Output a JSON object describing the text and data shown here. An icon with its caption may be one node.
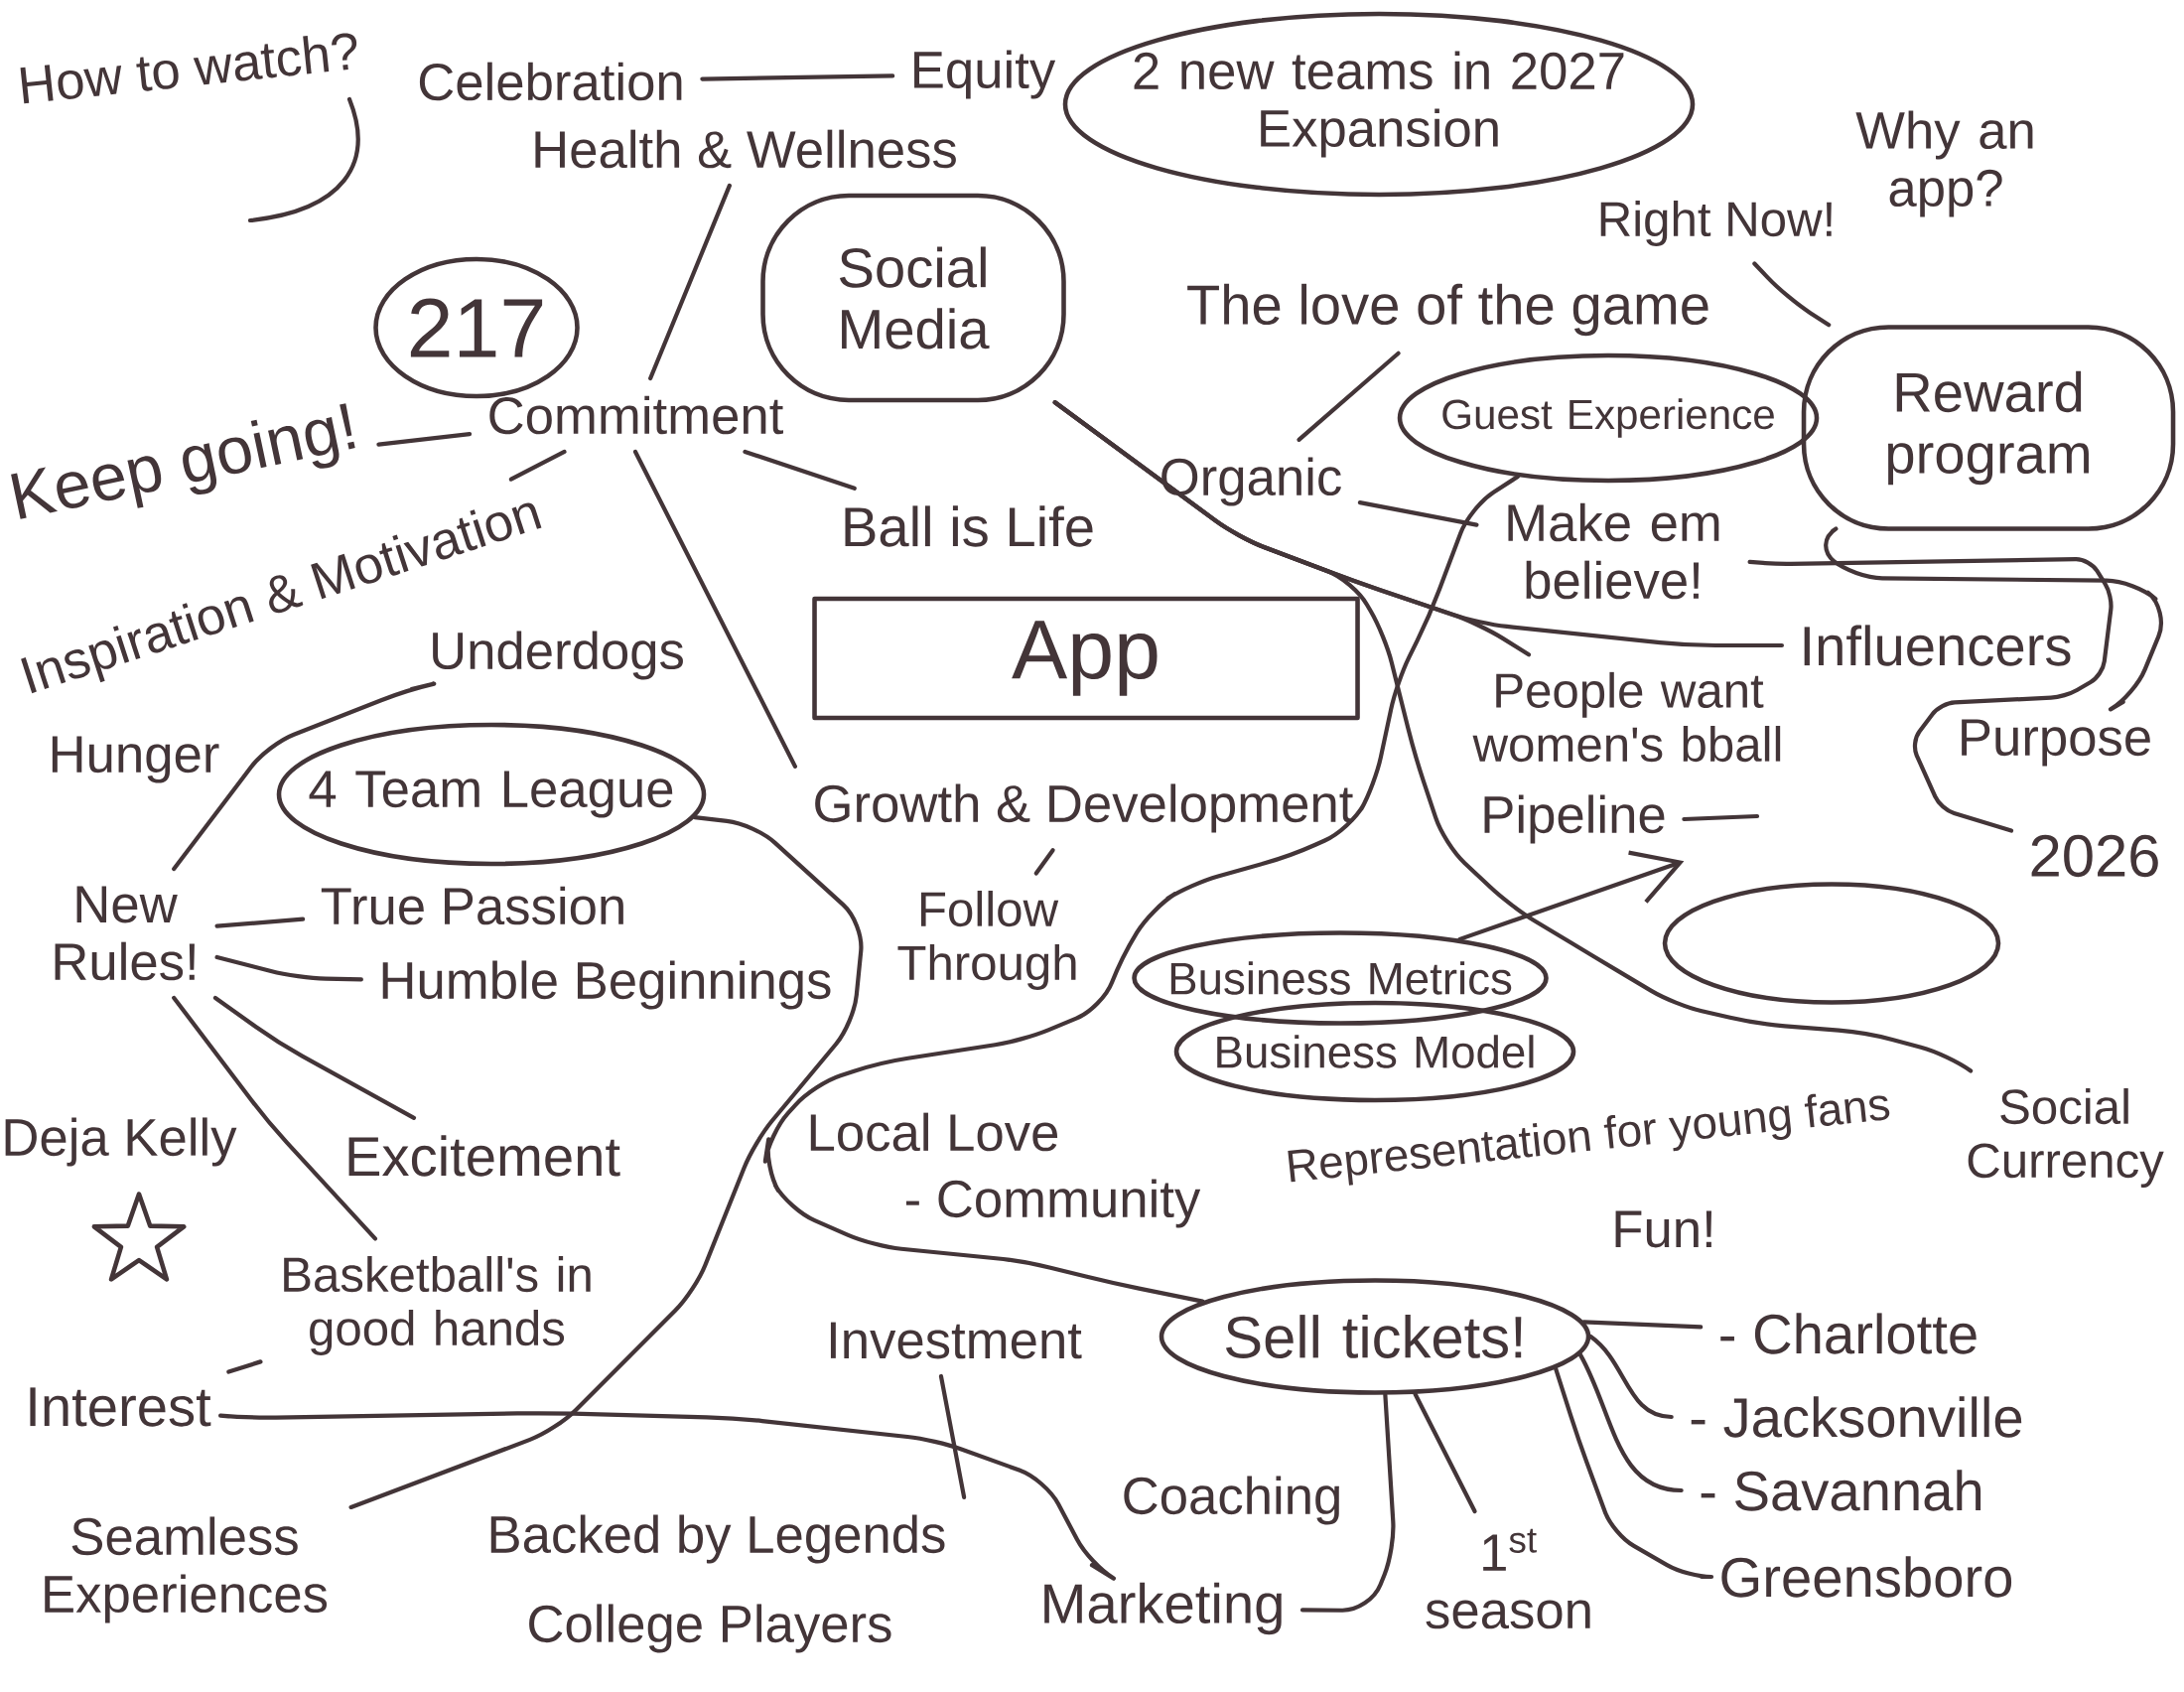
{
  "diagram": {
    "nodes": [
      {
        "text": [
          "Celebration"
        ]
      },
      {
        "text": [
          "Equity"
        ]
      },
      {
        "text": [
          "Health & Wellness"
        ]
      },
      {
        "text": [
          "2 new teams in 2027",
          "Expansion"
        ]
      },
      {
        "text": [
          "Right Now!"
        ]
      },
      {
        "text": [
          "217"
        ]
      },
      {
        "text": [
          "Social Media"
        ]
      },
      {
        "text": [
          "The love of the game"
        ]
      },
      {
        "text": [
          "Keep going!"
        ]
      },
      {
        "text": [
          "Commitment"
        ]
      },
      {
        "text": [
          "Organic"
        ]
      },
      {
        "text": [
          "Guest Experience"
        ]
      },
      {
        "text": [
          "Reward program"
        ]
      },
      {
        "text": [
          "Inspiration & Motivation"
        ]
      },
      {
        "text": [
          "Ball is Life"
        ]
      },
      {
        "text": [
          "Make em believe!"
        ]
      },
      {
        "text": [
          "App"
        ]
      },
      {
        "text": [
          "Influencers"
        ]
      },
      {
        "text": [
          "Underdogs"
        ]
      },
      {
        "text": [
          "People want women's bball"
        ]
      },
      {
        "text": [
          "Purpose"
        ]
      },
      {
        "text": [
          "4 Team League"
        ]
      },
      {
        "text": [
          "Growth & Development"
        ]
      },
      {
        "text": [
          "Pipeline"
        ]
      },
      {
        "text": [
          "2026"
        ]
      },
      {
        "text": [
          "New Rules!"
        ]
      },
      {
        "text": [
          "True Passion"
        ]
      },
      {
        "text": [],
        "shape": "ellipse"
      },
      {
        "text": [
          "Follow Through"
        ]
      },
      {
        "text": [
          "Humble Beginnings"
        ]
      },
      {
        "text": [
          "Business Metrics"
        ]
      },
      {
        "text": [
          "Business Model"
        ]
      },
      {
        "text": [
          "Excitement"
        ]
      },
      {
        "text": [
          "Social Currency"
        ]
      },
      {
        "text": [
          "Basketball's in good hands"
        ]
      },
      {
        "text": [
          "Sell tickets!"
        ]
      },
      {
        "text": [
          "- Charlotte"
        ]
      },
      {
        "text": [
          "Investment"
        ]
      },
      {
        "text": [
          "Interest"
        ]
      },
      {
        "text": [
          "- Jacksonville"
        ]
      },
      {
        "text": [
          "- Savannah"
        ]
      },
      {
        "text": [
          "Seamless Experiences"
        ]
      },
      {
        "text": [
          "Backed by Legends"
        ]
      },
      {
        "text": [
          "1$^{st}$ season"
        ]
      },
      {
        "text": [
          "Greensboro"
        ]
      },
      {
        "text": [
          "Marketing"
        ]
      },
      {
        "text": [],
        "shape": "star"
      }
    ],
    "edges": [
      {
        "from": 0,
        "to": 1,
        "arrow": "none"
      },
      {
        "from": 2,
        "to": 9,
        "arrow": "none"
      },
      {
        "from": 8,
        "to": 9,
        "arrow": "none"
      },
      {
        "from": 9,
        "to": 13,
        "arrow": "none"
      },
      {
        "from": 9,
        "to": 14,
        "arrow": "none"
      },
      {
        "from": 9,
        "to": 22,
        "arrow": "none"
      },
      {
        "from": 22,
        "to": 28,
        "arrow": "none"
      },
      {
        "from": 7,
        "to": 10,
        "arrow": "none"
      },
      {
        "from": 10,
        "to": 15,
        "arrow": "none"
      },
      {
        "from": 4,
        "to": 12,
        "arrow": "none"
      },
      {
        "from": 12,
        "to": 20,
        "arrow": "none"
      },
      {
        "from": 15,
        "to": 24,
        "arrow": "none"
      },
      {
        "from": 6,
        "to": 17,
        "arrow": "none"
      },
      {
        "from": 6,
        "to": 33,
        "arrow": "none"
      },
      {
        "from": 6,
        "to": 19,
        "arrow": "none"
      },
      {
        "from": 11,
        "to": 35,
        "arrow": "none"
      },
      {
        "from": 23,
        "to": null,
        "arrow": "none"
      },
      {
        "from": 30,
        "to": 23,
        "arrow": "to"
      },
      {
        "from": 25,
        "to": 18,
        "arrow": "none"
      },
      {
        "from": 25,
        "to": 26,
        "arrow": "none"
      },
      {
        "from": 25,
        "to": 29,
        "arrow": "none"
      },
      {
        "from": 25,
        "to": 32,
        "arrow": "none"
      },
      {
        "from": 25,
        "to": 34,
        "arrow": "none"
      },
      {
        "from": 21,
        "to": 41,
        "arrow": "none"
      },
      {
        "from": 38,
        "to": 34,
        "arrow": "none"
      },
      {
        "from": 38,
        "to": 45,
        "arrow": "none"
      },
      {
        "from": 37,
        "to": 42,
        "arrow": "none"
      },
      {
        "from": 35,
        "to": 36,
        "arrow": "none"
      },
      {
        "from": 35,
        "to": 39,
        "arrow": "none"
      },
      {
        "from": 35,
        "to": 40,
        "arrow": "none"
      },
      {
        "from": 35,
        "to": 44,
        "arrow": "none"
      },
      {
        "from": 35,
        "to": 43,
        "arrow": "none"
      },
      {
        "from": 35,
        "to": 45,
        "arrow": "none"
      }
    ],
    "labels": [
      "How to watch?",
      "Why an app?",
      "Hunger",
      "Deja Kelly",
      "Local Love",
      "Representation for young fans",
      "- Community",
      "Fun!",
      "Coaching",
      "College Players"
    ]
  }
}
